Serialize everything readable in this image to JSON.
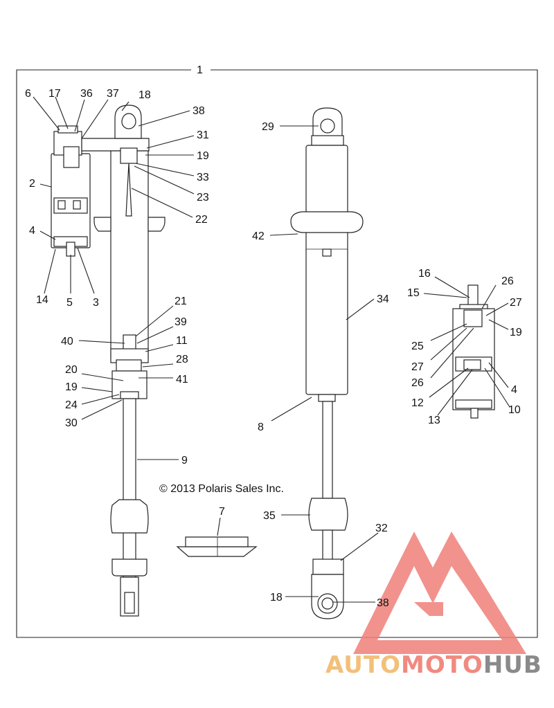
{
  "callouts": [
    "1",
    "6",
    "17",
    "36",
    "37",
    "18",
    "38",
    "31",
    "19",
    "33",
    "23",
    "22",
    "2",
    "4",
    "14",
    "5",
    "3",
    "29",
    "42",
    "34",
    "21",
    "39",
    "40",
    "11",
    "28",
    "20",
    "41",
    "19",
    "24",
    "30",
    "9",
    "8",
    "16",
    "15",
    "26",
    "27",
    "19",
    "25",
    "27",
    "26",
    "12",
    "13",
    "4",
    "10",
    "7",
    "35",
    "32",
    "18",
    "38"
  ],
  "copyright": "© 2013 Polaris Sales Inc.",
  "watermark": {
    "part_a": "AUTO",
    "part_b": "MOTO",
    "part_c": "HUB",
    "color_a": "#f2c07a",
    "color_b": "#f08a80",
    "color_c": "#8a8a8a",
    "logo_color": "#f0807a"
  }
}
